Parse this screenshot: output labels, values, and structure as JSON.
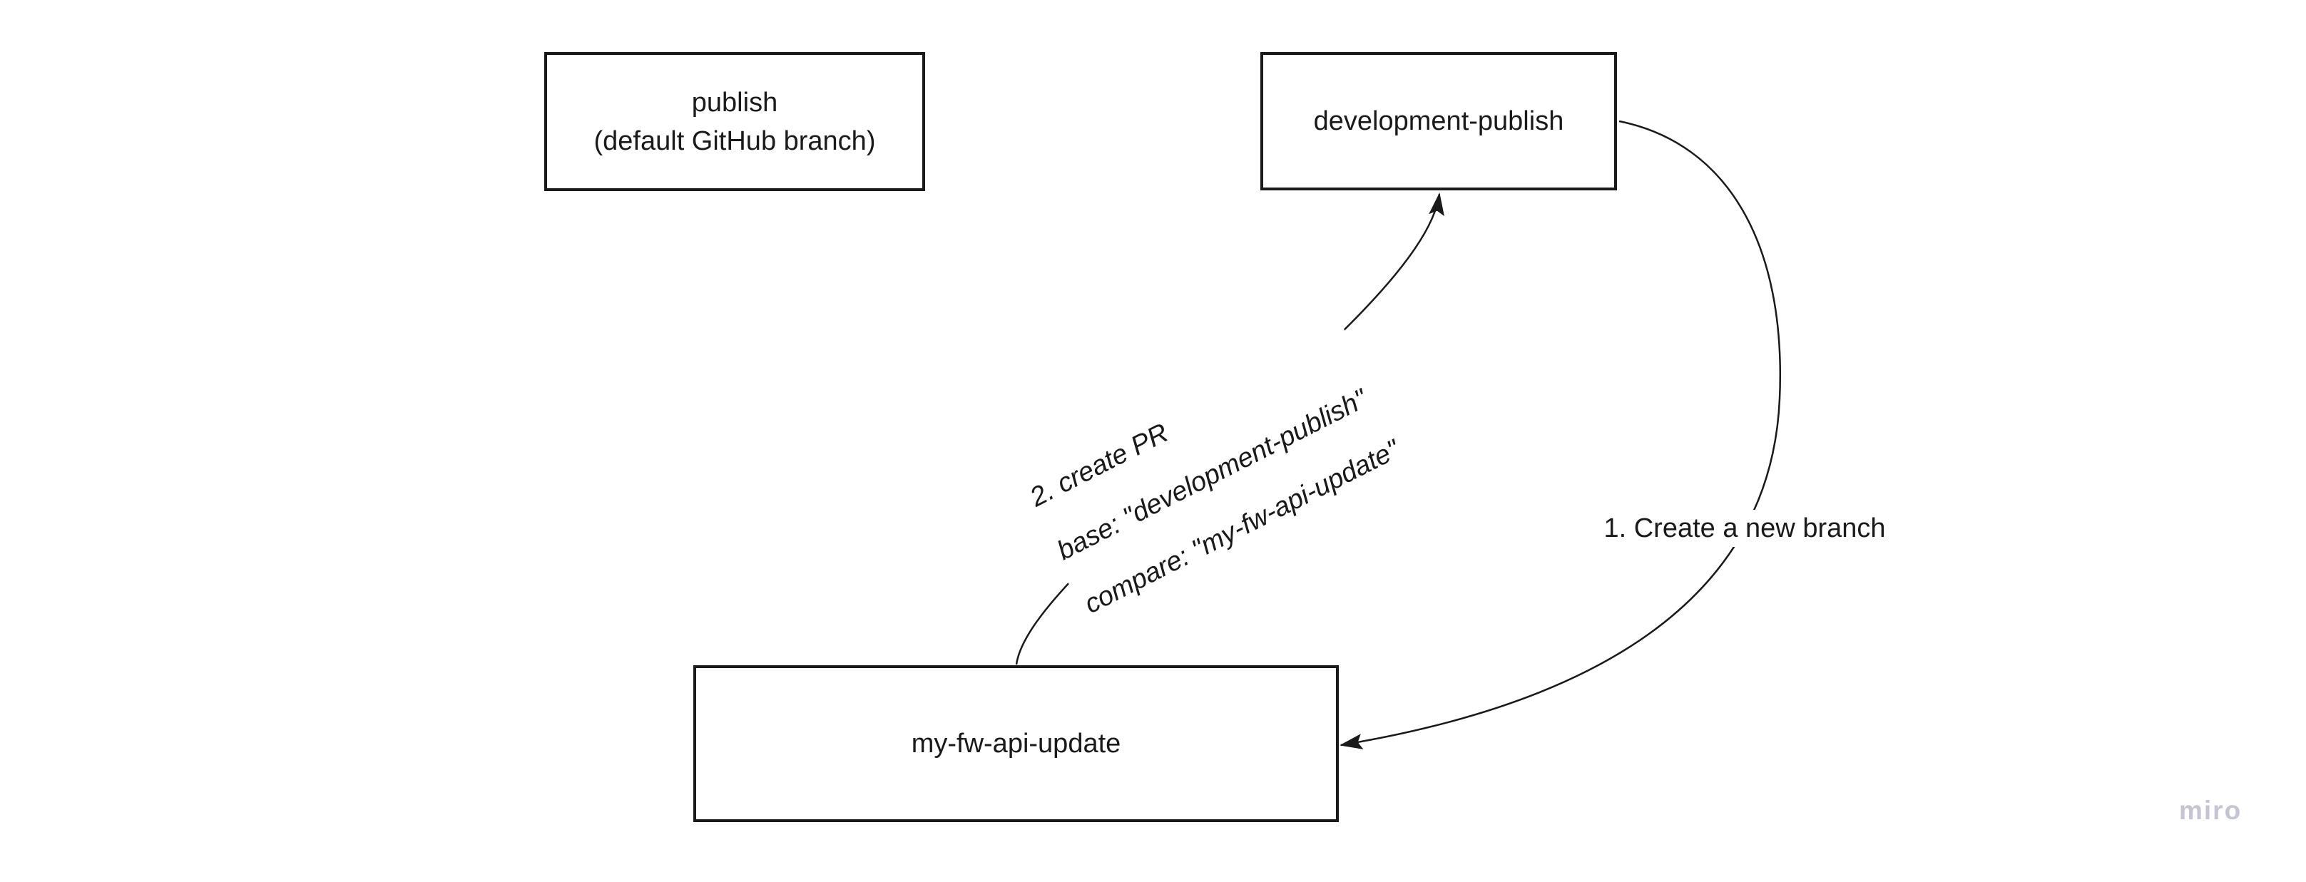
{
  "colors": {
    "bg": "#ffffff",
    "stroke": "#1a1a1a",
    "text": "#1a1a1a",
    "watermark": "#c5c4d4"
  },
  "nodes": {
    "publish": {
      "line1": "publish",
      "line2": "(default GitHub branch)"
    },
    "development_publish": {
      "label": "development-publish"
    },
    "my_fw_api_update": {
      "label": "my-fw-api-update"
    }
  },
  "connectors": {
    "create_branch": {
      "label": "1. Create a new branch"
    },
    "create_pr": {
      "lines": [
        "2. create PR",
        "base: \"development-publish\"",
        "compare: \"my-fw-api-update\""
      ]
    }
  },
  "board": {
    "watermark": "miro"
  }
}
